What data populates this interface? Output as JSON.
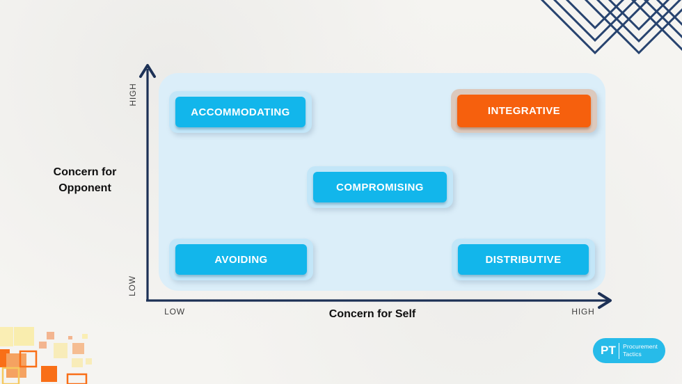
{
  "diagram": {
    "type": "two-axis matrix of negotiation styles",
    "y_axis": {
      "title_line1": "Concern for",
      "title_line2": "Opponent",
      "high_label": "HIGH",
      "low_label": "LOW"
    },
    "x_axis": {
      "title": "Concern for Self",
      "low_label": "LOW",
      "high_label": "HIGH"
    },
    "boxes": [
      {
        "label": "ACCOMMODATING",
        "concern_for_self": "low",
        "concern_for_opponent": "high",
        "fill": "#12b6eb",
        "container": "#c3e6f8"
      },
      {
        "label": "INTEGRATIVE",
        "concern_for_self": "high",
        "concern_for_opponent": "high",
        "fill": "#f6600d",
        "container": "#dcc9bd"
      },
      {
        "label": "COMPROMISING",
        "concern_for_self": "medium",
        "concern_for_opponent": "medium",
        "fill": "#12b6eb",
        "container": "#c3e6f8"
      },
      {
        "label": "AVOIDING",
        "concern_for_self": "low",
        "concern_for_opponent": "low",
        "fill": "#12b6eb",
        "container": "#c3e6f8"
      },
      {
        "label": "DISTRIBUTIVE",
        "concern_for_self": "high",
        "concern_for_opponent": "low",
        "fill": "#12b6eb",
        "container": "#c3e6f8"
      }
    ]
  },
  "logo": {
    "initials": "PT",
    "name_line1": "Procurement",
    "name_line2": "Tactics",
    "background": "#27bbe9"
  },
  "colors": {
    "page_background": "#f5f4f1",
    "panel": "#dbeef9",
    "axis_navy": "#1d3156",
    "cyan": "#12b6eb",
    "orange": "#f6600d",
    "decor_diamond_navy": "#27436f",
    "decor_square_orange": "#f96f17",
    "decor_square_salmon": "#f4b58b",
    "decor_square_yellow": "#f9edae"
  }
}
